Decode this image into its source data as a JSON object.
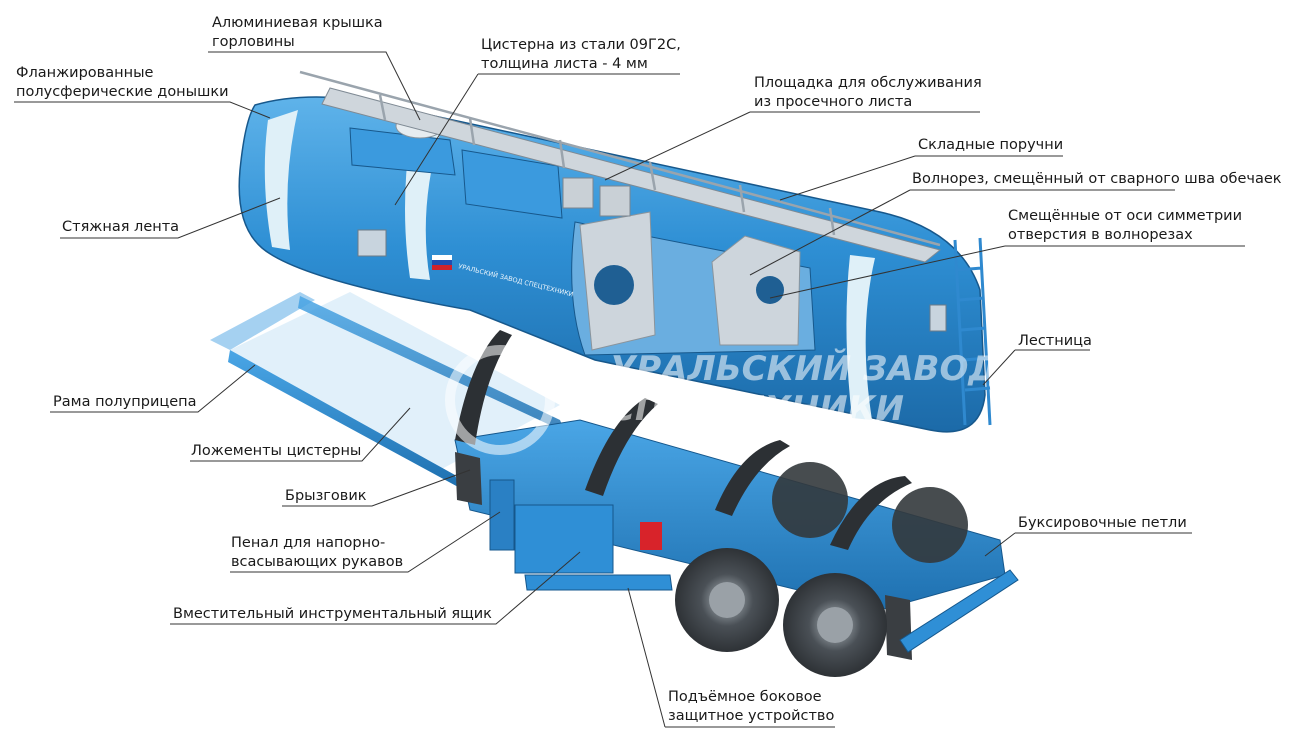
{
  "colors": {
    "tank": "#2e8fd4",
    "tank_dark": "#1f6fae",
    "band": "#dff0f8",
    "frame": "#2a86cc",
    "tire": "#3a3f44",
    "leader": "#333333"
  },
  "watermark": {
    "line1": "УРАЛЬСКИЙ ЗАВОД",
    "line2": "СПЕЦТЕХНИКИ"
  },
  "tank_logo_text": "УРАЛЬСКИЙ ЗАВОД СПЕЦТЕХНИКИ",
  "labels": {
    "lid": [
      "Алюминиевая крышка",
      "горловины"
    ],
    "steel": [
      "Цистерна из стали 09Г2С,",
      "толщина листа - 4 мм"
    ],
    "flanged": [
      "Фланжированные",
      "полусферические донышки"
    ],
    "platform": [
      "Площадка для обслуживания",
      "из просечного листа"
    ],
    "rails": [
      "Складные поручни"
    ],
    "breakwater": [
      "Волнорез, смещённый от сварного шва обечаек"
    ],
    "holes": [
      "Смещённые от оси симметрии",
      "отверстия в волнорезах"
    ],
    "band": [
      "Стяжная лента"
    ],
    "ladder": [
      "Лестница"
    ],
    "frame": [
      "Рама полуприцепа"
    ],
    "cradles": [
      "Ложементы цистерны"
    ],
    "mudflap": [
      "Брызговик"
    ],
    "hose": [
      "Пенал для напорно-",
      "всасывающих рукавов"
    ],
    "towing": [
      "Буксировочные петли"
    ],
    "toolbox": [
      "Вместительный инструментальный ящик"
    ],
    "side_guard": [
      "Подъёмное боковое",
      "защитное устройство"
    ]
  }
}
